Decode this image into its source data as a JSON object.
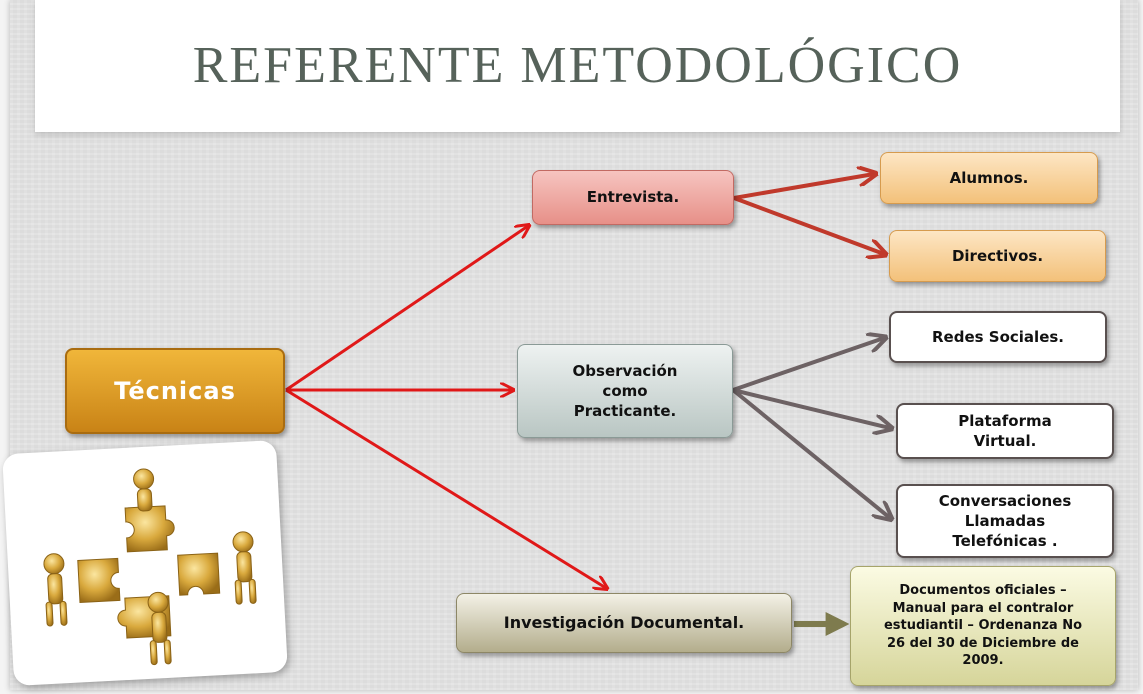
{
  "title": "REFERENTE METODOLÓGICO",
  "nodes": {
    "tecnicas": "Técnicas",
    "entrevista": "Entrevista.",
    "alumnos": "Alumnos.",
    "directivos": "Directivos.",
    "observacion": [
      "Observación",
      "como",
      "Practicante."
    ],
    "redes": "Redes Sociales.",
    "plataforma": [
      "Plataforma",
      "Virtual."
    ],
    "conversaciones": [
      "Conversaciones",
      "Llamadas",
      "Telefónicas ."
    ],
    "investigacion": "Investigación Documental.",
    "documentos": [
      "Documentos oficiales –",
      "Manual para el contralor",
      "estudiantil – Ordenanza No",
      "26 del 30 de Diciembre de",
      "2009."
    ]
  },
  "colors": {
    "arrow_main": "#e01818",
    "arrow_entrevista": "#c0392b",
    "arrow_observacion": "#6d6264",
    "arrow_investigacion": "#7e7b4e",
    "title": "#56625a"
  },
  "image": {
    "icon": "puzzle-people-icon"
  }
}
